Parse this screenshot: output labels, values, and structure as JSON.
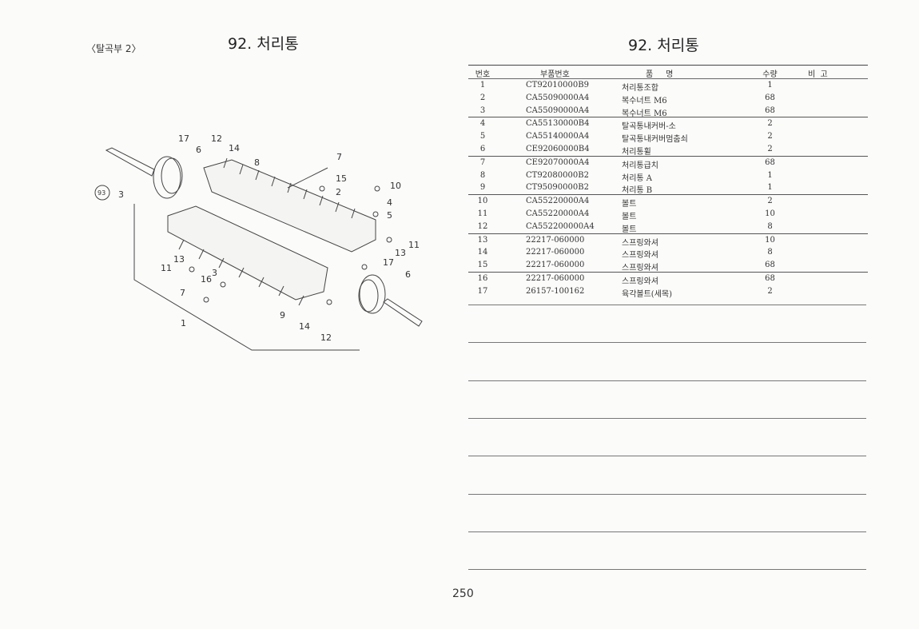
{
  "left": {
    "section": "〈탈곡부 2〉",
    "title": "92. 처리통",
    "callouts": [
      "17",
      "12",
      "6",
      "14",
      "8",
      "7",
      "15",
      "2",
      "10",
      "4",
      "5",
      "93",
      "3",
      "11",
      "13",
      "17",
      "6",
      "13",
      "11",
      "3",
      "16",
      "7",
      "9",
      "14",
      "1",
      "12"
    ]
  },
  "right": {
    "title": "92. 처리통",
    "headers": [
      "번호",
      "부품번호",
      "품     명",
      "수량",
      "비  고"
    ],
    "rows": [
      [
        "1",
        "CT92010000B9",
        "처리통조합",
        "1"
      ],
      [
        "2",
        "CA55090000A4",
        "복수너트 M6",
        "68"
      ],
      [
        "3",
        "CA55090000A4",
        "복수너트 M6",
        "68"
      ],
      [
        "4",
        "CA55130000B4",
        "탈곡통내커버-소",
        "2"
      ],
      [
        "5",
        "CA55140000A4",
        "탈곡통내커버멈춤쇠",
        "2"
      ],
      [
        "6",
        "CE92060000B4",
        "처리통휠",
        "2"
      ],
      [
        "7",
        "CE92070000A4",
        "처리통급치",
        "68"
      ],
      [
        "8",
        "CT92080000B2",
        "처리통 A",
        "1"
      ],
      [
        "9",
        "CT95090000B2",
        "처리통 B",
        "1"
      ],
      [
        "10",
        "CA55220000A4",
        "볼트",
        "2"
      ],
      [
        "11",
        "CA55220000A4",
        "볼트",
        "10"
      ],
      [
        "12",
        "CA552200000A4",
        "볼트",
        "8"
      ],
      [
        "13",
        "22217-060000",
        "스프링와셔",
        "10"
      ],
      [
        "14",
        "22217-060000",
        "스프링와셔",
        "8"
      ],
      [
        "15",
        "22217-060000",
        "스프링와셔",
        "68"
      ],
      [
        "16",
        "22217-060000",
        "스프링와셔",
        "68"
      ],
      [
        "17",
        "26157-100162",
        "육각볼트(세목)",
        "2"
      ]
    ]
  },
  "page_number": "250"
}
